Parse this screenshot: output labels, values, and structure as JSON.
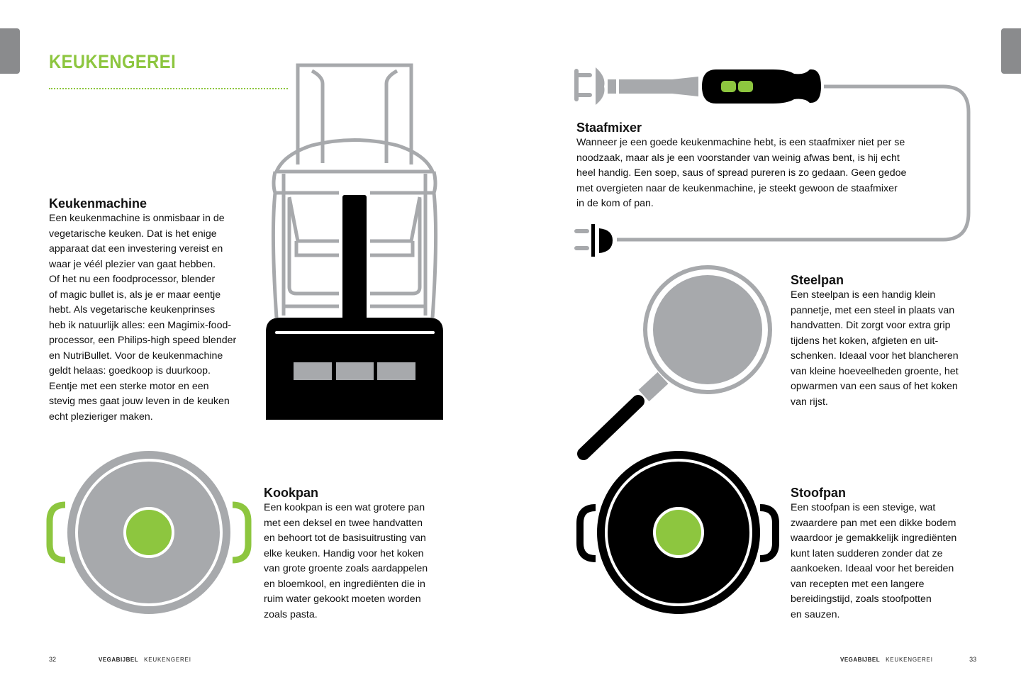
{
  "page_title": "KEUKENGEREI",
  "colors": {
    "accent": "#8dc63f",
    "gray": "#a7a9ac",
    "black": "#000000"
  },
  "sections": {
    "keukenmachine": {
      "heading": "Keukenmachine",
      "lines": [
        "Een keukenmachine is onmisbaar in de",
        "vegetarische keuken. Dat is het enige",
        "apparaat dat een investering vereist en",
        "waar je véél plezier van gaat hebben.",
        "Of het nu een foodprocessor, blender",
        "of magic bullet is, als je er maar eentje",
        "hebt. Als vegetarische keukenprinses",
        "heb ik natuurlijk alles: een Magimix-food-",
        "processor, een Philips-high speed blender",
        "en NutriBullet. Voor de keukenmachine",
        "geldt helaas: goedkoop is duurkoop.",
        "Eentje met een sterke motor en een",
        "stevig mes gaat jouw leven in de keuken",
        "echt plezieriger maken."
      ]
    },
    "staafmixer": {
      "heading": "Staafmixer",
      "lines": [
        "Wanneer je een goede keukenmachine hebt, is een staafmixer niet per se",
        "noodzaak, maar als je een voorstander van weinig afwas bent, is hij echt",
        "heel handig. Een soep, saus of spread pureren is zo gedaan. Geen gedoe",
        "met overgieten naar de keukenmachine, je steekt gewoon de staafmixer",
        "in de kom of pan."
      ]
    },
    "steelpan": {
      "heading": "Steelpan",
      "lines": [
        "Een steelpan is een handig klein",
        "pannetje, met een steel in plaats van",
        "handvatten. Dit zorgt voor extra grip",
        "tijdens het koken, afgieten en uit-",
        "schenken. Ideaal voor het blancheren",
        "van kleine hoeveelheden groente, het",
        "opwarmen van een saus of het koken",
        "van rijst."
      ]
    },
    "kookpan": {
      "heading": "Kookpan",
      "lines": [
        "Een kookpan is een wat grotere pan",
        "met een deksel en twee handvatten",
        "en behoort tot de basisuitrusting van",
        "elke keuken. Handig voor het koken",
        "van grote groente zoals aardappelen",
        "en bloemkool, en ingrediënten die in",
        "ruim water gekookt moeten worden",
        "zoals pasta."
      ]
    },
    "stoofpan": {
      "heading": "Stoofpan",
      "lines": [
        "Een stoofpan is een stevige, wat",
        "zwaardere pan met een dikke bodem",
        "waardoor je gemakkelijk ingrediënten",
        "kunt laten sudderen zonder dat ze",
        "aankoeken. Ideaal voor het bereiden",
        "van recepten met een langere",
        "bereidingstijd, zoals stoofpotten",
        "en sauzen."
      ]
    }
  },
  "footer": {
    "left": {
      "page": "32",
      "book": "VEGABIJBEL",
      "chapter": "KEUKENGEREI"
    },
    "right": {
      "page": "33",
      "book": "VEGABIJBEL",
      "chapter": "KEUKENGEREI"
    }
  }
}
